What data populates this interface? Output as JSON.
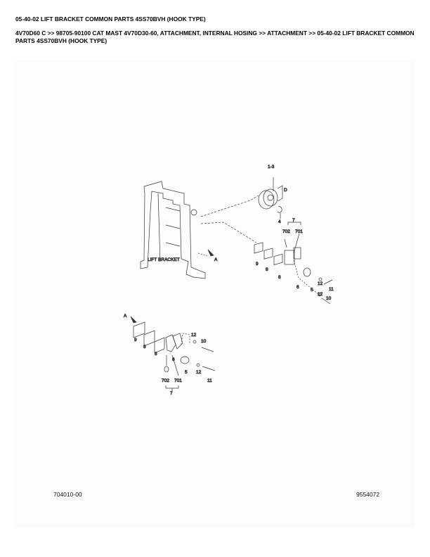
{
  "header": {
    "title": "05-40-02 LIFT BRACKET COMMON PARTS 4SS70BVH (HOOK TYPE)",
    "breadcrumb": "4V70D60 C >> 98705-90100 CAT MAST 4V70D30-60, ATTACHMENT, INTERNAL HOSING >> ATTACHMENT >> 05-40-02 LIFT BRACKET COMMON PARTS 4SS70BVH (HOOK TYPE)"
  },
  "diagram": {
    "upper_callouts": [
      "1-3",
      "D",
      "4",
      "7",
      "702",
      "701",
      "LIFT BRACKET",
      "A",
      "9",
      "8",
      "8",
      "6",
      "5",
      "12",
      "11",
      "12",
      "10"
    ],
    "lower_callouts": [
      "A",
      "9",
      "8",
      "8",
      "6",
      "12",
      "10",
      "5",
      "12",
      "11",
      "702",
      "701",
      "7"
    ],
    "drawing_number": "704010-00",
    "figure_number": "9554072"
  }
}
